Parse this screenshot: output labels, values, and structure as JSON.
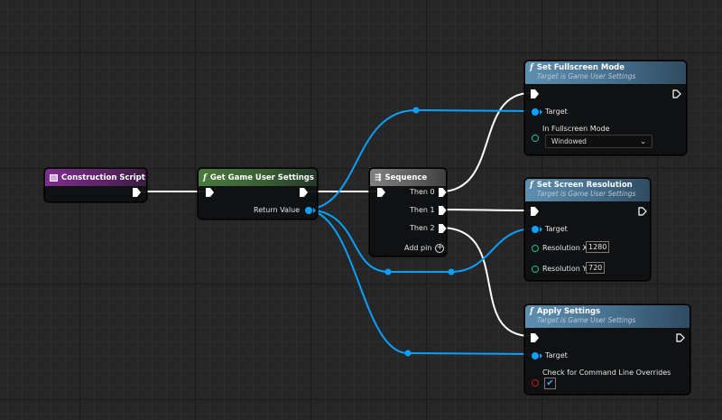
{
  "colors": {
    "exec_wire": "#ffffff",
    "object_wire": "#09a0ff",
    "bool_pin": "#c01c1c",
    "int_pin": "#1fbf8a"
  },
  "nodes": {
    "construction_script": {
      "title": "Construction Script"
    },
    "get_game_user_settings": {
      "title": "Get Game User Settings",
      "output_label": "Return Value"
    },
    "sequence": {
      "title": "Sequence",
      "outputs": [
        "Then 0",
        "Then 1",
        "Then 2"
      ],
      "add_pin_label": "Add pin"
    },
    "set_fullscreen_mode": {
      "title": "Set Fullscreen Mode",
      "subtitle": "Target is Game User Settings",
      "target_label": "Target",
      "param_label": "In Fullscreen Mode",
      "param_value": "Windowed"
    },
    "set_screen_resolution": {
      "title": "Set Screen Resolution",
      "subtitle": "Target is Game User Settings",
      "target_label": "Target",
      "res_x_label": "Resolution X",
      "res_x_value": "1280",
      "res_y_label": "Resolution Y",
      "res_y_value": "720"
    },
    "apply_settings": {
      "title": "Apply Settings",
      "subtitle": "Target is Game User Settings",
      "target_label": "Target",
      "param_label": "Check for Command Line Overrides",
      "param_checked": true
    }
  }
}
